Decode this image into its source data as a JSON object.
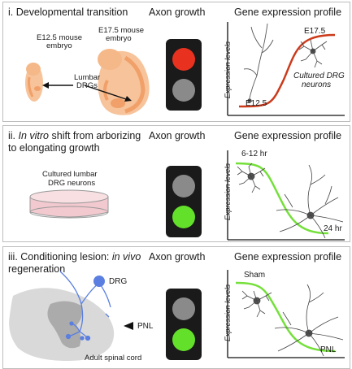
{
  "colors": {
    "red_light": "#e8321f",
    "off_light": "#8a8a8a",
    "green_light": "#63e02a",
    "red_curve": "#cc3a1b",
    "green_curve": "#74e03a",
    "drg_blue": "#5b7fe0",
    "embryo": "#f7c39a",
    "embryo_dark": "#f0a068",
    "dish_fill": "#f1c9cf"
  },
  "panel1": {
    "title": "i. Developmental transition",
    "axon_header": "Axon growth",
    "gene_header": "Gene expression profile",
    "embryo_small_line1": "E12.5 mouse",
    "embryo_small_line2": "embryo",
    "embryo_large_line1": "E17.5 mouse",
    "embryo_large_line2": "embryo",
    "drg_line1": "Lumbar",
    "drg_line2": "DRGs",
    "traffic_light": {
      "top": "red",
      "bottom": "off"
    },
    "y_label": "Expression levels",
    "start_label": "E12.5",
    "end_label": "E17.5",
    "neuron_label_line1": "Cultured DRG",
    "neuron_label_line2": "neurons"
  },
  "panel2": {
    "title_line1_prefix": "ii. ",
    "title_line1_italic": "In vitro",
    "title_line1_suffix": " shift from arborizing",
    "title_line2": "to elongating growth",
    "axon_header": "Axon growth",
    "gene_header": "Gene expression profile",
    "dish_line1": "Cultured lumbar",
    "dish_line2": "DRG neurons",
    "traffic_light": {
      "top": "off",
      "bottom": "green"
    },
    "y_label": "Expression levels",
    "start_label": "6-12 hr",
    "end_label": "24 hr"
  },
  "panel3": {
    "title_line1_prefix": "iii. Conditioning lesion: ",
    "title_line1_italic": "in vivo",
    "title_line2": "regeneration",
    "axon_header": "Axon growth",
    "gene_header": "Gene expression profile",
    "drg_label": "DRG",
    "pnl_label": "PNL",
    "cord_label": "Adult spinal cord",
    "traffic_light": {
      "top": "off",
      "bottom": "green"
    },
    "y_label": "Expression levels",
    "start_label": "Sham",
    "end_label": "PNL"
  }
}
